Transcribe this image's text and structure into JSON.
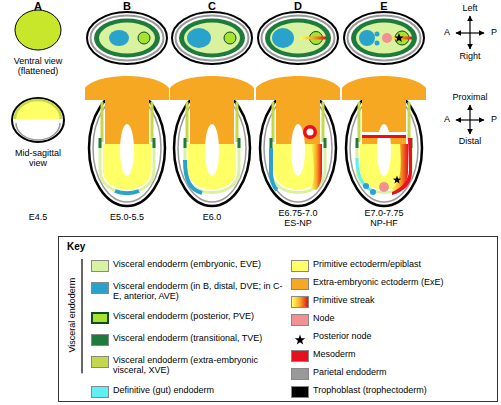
{
  "diagram": {
    "nodes": [
      {
        "text": [
          "Key"
        ]
      }
    ],
    "labels": [
      "A",
      "B",
      "C",
      "D",
      "E",
      "Ventral view (flattened)",
      "Mid-sagittal view",
      "E4.5",
      "E5.0-5.5",
      "E6.0",
      "E6.75-7.0 ES-NP",
      "E7.0-7.75 NP-HF",
      "Left",
      "A",
      "P",
      "Right",
      "Proximal",
      "A",
      "P",
      "Distal",
      "Visceral endoderm"
    ],
    "legend": [
      {
        "text": "Visceral endoderm (embryonic, EVE)",
        "color": "#d9f2a0"
      },
      {
        "text": "Visceral endoderm (in B, distal, DVE; in C-E, anterior, AVE)",
        "color": "#29a3cc"
      },
      {
        "text": "Visceral endoderm (posterior, PVE)",
        "color": "#a6e22e"
      },
      {
        "text": "Visceral endoderm (transitional, TVE)",
        "color": "#1e7b3c"
      },
      {
        "text": "Visceral endoderm (extra-embryonic visceral, XVE)",
        "color": "#c5d84a"
      },
      {
        "text": "Definitive (gut) endoderm",
        "color": "#5ff0f5"
      },
      {
        "text": "Primitive ectoderm/epiblast",
        "color": "#ffff66"
      },
      {
        "text": "Extra-embryonic ectoderm (ExE)",
        "color": "#f7a823"
      },
      {
        "text": "Primitive streak"
      },
      {
        "text": "Node",
        "color": "#f29191"
      },
      {
        "text": "Posterior node"
      },
      {
        "text": "Mesoderm",
        "color": "#e8101a"
      },
      {
        "text": "Parietal endoderm",
        "color": "#999999"
      },
      {
        "text": "Trophoblast (trophectoderm)",
        "color": "#000000"
      }
    ]
  }
}
